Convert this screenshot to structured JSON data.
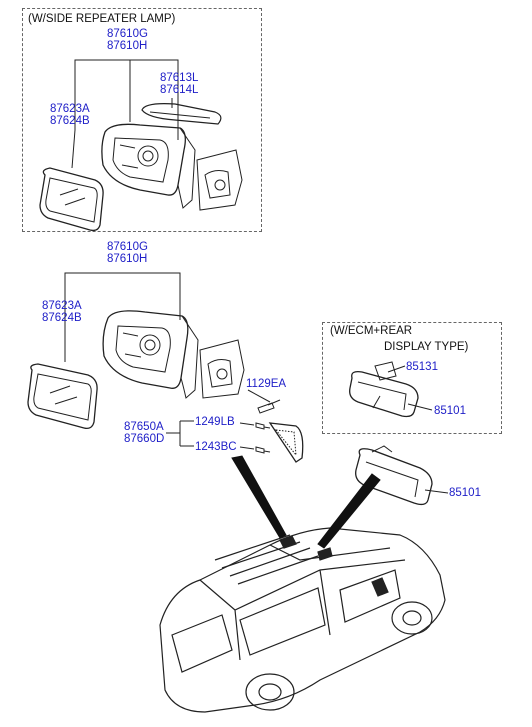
{
  "box1": {
    "title": "(W/SIDE REPEATER LAMP)"
  },
  "box2": {
    "title_line1": "(W/ECM+REAR",
    "title_line2": "DISPLAY TYPE)"
  },
  "parts": {
    "mirror_assy_top_a": "87610G",
    "mirror_assy_top_b": "87610H",
    "repeater_lamp_a": "87613L",
    "repeater_lamp_b": "87614L",
    "glass_top_a": "87623A",
    "glass_top_b": "87624B",
    "mirror_assy_mid_a": "87610G",
    "mirror_assy_mid_b": "87610H",
    "glass_mid_a": "87623A",
    "glass_mid_b": "87624B",
    "screw_1129": "1129EA",
    "cover_a": "87650A",
    "cover_b": "87660D",
    "screw_1249": "1249LB",
    "screw_1243": "1243BC",
    "ecm_bulb": "85131",
    "ecm_mirror": "85101",
    "inside_mirror": "85101"
  },
  "colors": {
    "part_number": "#2020c8",
    "line": "#222222",
    "frame": "#666666"
  }
}
